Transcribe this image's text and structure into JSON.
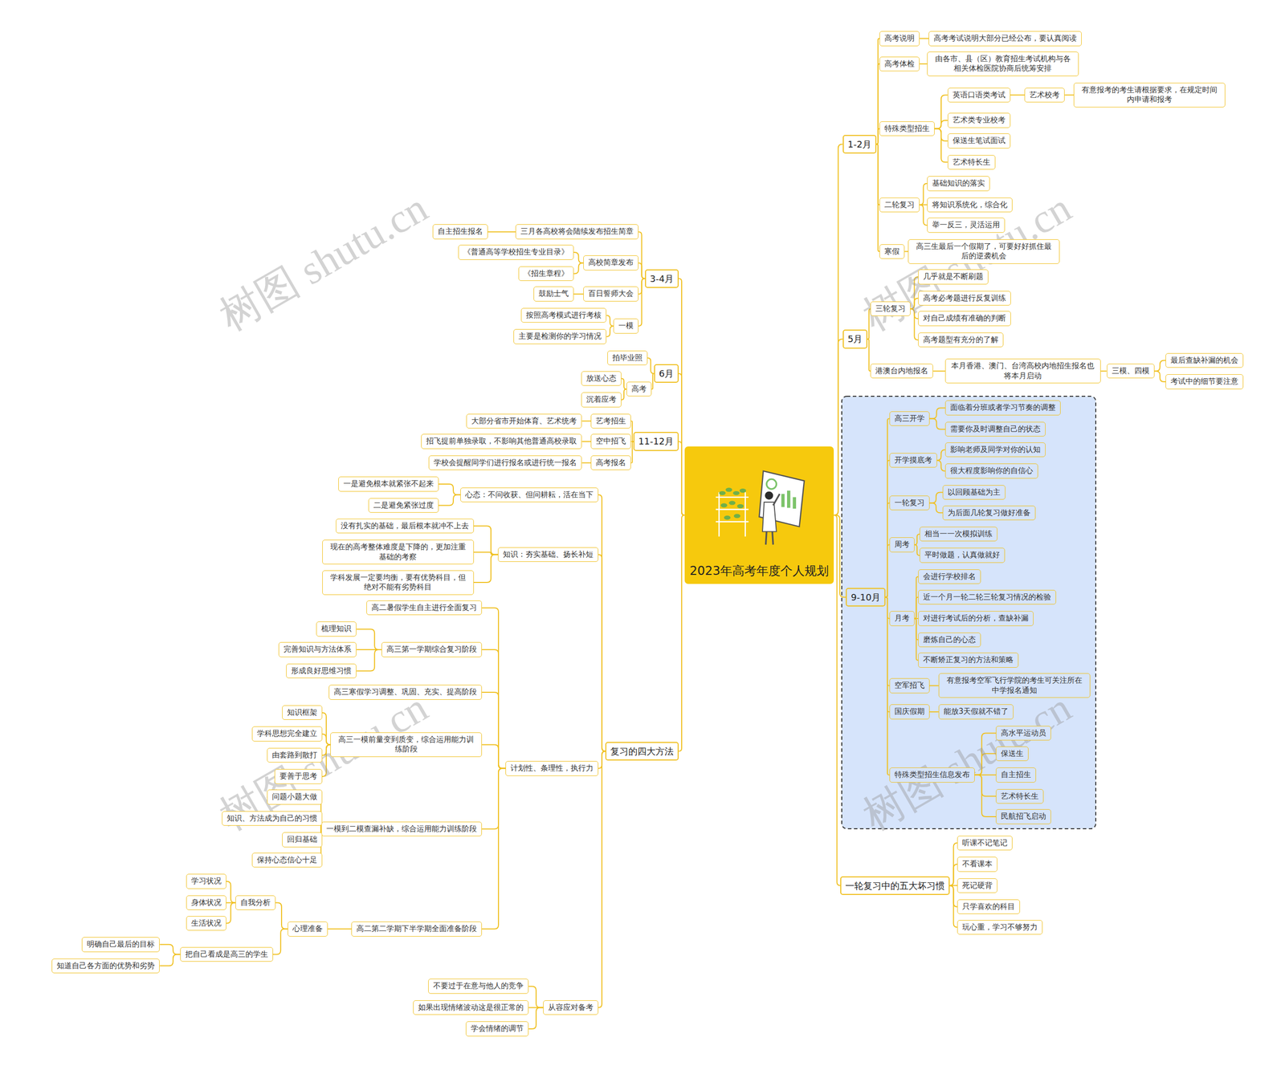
{
  "diagram": {
    "nodes": [
      {
        "text": [
          "2023年高考年度个人规划"
        ]
      },
      {
        "text": [
          "1-2月"
        ]
      },
      {
        "text": [
          "高考说明"
        ]
      },
      {
        "text": [
          "高考考试说明大部分已经公布，要认真阅读"
        ]
      },
      {
        "text": [
          "高考体检"
        ]
      },
      {
        "text": [
          "由各市、县（区）教育招生考试机构与各相关体检医院协商后统筹安排"
        ]
      },
      {
        "text": [
          "特殊类型招生"
        ]
      },
      {
        "text": [
          "英语口语类考试"
        ]
      },
      {
        "text": [
          "艺术校考"
        ]
      },
      {
        "text": [
          "有意报考的考生请根据要求，在规定时间内申请和报考"
        ]
      },
      {
        "text": [
          "艺术类专业校考"
        ]
      },
      {
        "text": [
          "保送生笔试面试"
        ]
      },
      {
        "text": [
          "艺术特长生"
        ]
      },
      {
        "text": [
          "二轮复习"
        ]
      },
      {
        "text": [
          "基础知识的落实"
        ]
      },
      {
        "text": [
          "将知识系统化，综合化"
        ]
      },
      {
        "text": [
          "举一反三，灵活运用"
        ]
      },
      {
        "text": [
          "寒假"
        ]
      },
      {
        "text": [
          "高三生最后一个假期了，可要好好抓住最后的逆袭机会"
        ]
      },
      {
        "text": [
          "5月"
        ]
      },
      {
        "text": [
          "三轮复习"
        ]
      },
      {
        "text": [
          "几乎就是不断刷题"
        ]
      },
      {
        "text": [
          "高考必考题进行反复训练"
        ]
      },
      {
        "text": [
          "对自己成绩有准确的判断"
        ]
      },
      {
        "text": [
          "高考题型有充分的了解"
        ]
      },
      {
        "text": [
          "港澳台内地报名"
        ]
      },
      {
        "text": [
          "本月香港、澳门、台湾高校内地招生报名也将本月启动"
        ]
      },
      {
        "text": [
          "三模、四模"
        ]
      },
      {
        "text": [
          "最后查缺补漏的机会"
        ]
      },
      {
        "text": [
          "考试中的细节要注意"
        ]
      },
      {
        "text": [
          "9-10月"
        ]
      },
      {
        "text": [
          "高三开学"
        ]
      },
      {
        "text": [
          "面临着分班或者学习节奏的调整"
        ]
      },
      {
        "text": [
          "需要你及时调整自己的状态"
        ]
      },
      {
        "text": [
          "开学摸底考"
        ]
      },
      {
        "text": [
          "影响老师及同学对你的认知"
        ]
      },
      {
        "text": [
          "很大程度影响你的自信心"
        ]
      },
      {
        "text": [
          "一轮复习"
        ]
      },
      {
        "text": [
          "以回顾基础为主"
        ]
      },
      {
        "text": [
          "为后面几轮复习做好准备"
        ]
      },
      {
        "text": [
          "周考"
        ]
      },
      {
        "text": [
          "相当一一次模拟训练"
        ]
      },
      {
        "text": [
          "平时做题，认真做就好"
        ]
      },
      {
        "text": [
          "月考"
        ]
      },
      {
        "text": [
          "会进行学校排名"
        ]
      },
      {
        "text": [
          "近一个月一轮二轮三轮复习情况的检验"
        ]
      },
      {
        "text": [
          "对进行考试后的分析，查缺补漏"
        ]
      },
      {
        "text": [
          "磨炼自己的心态"
        ]
      },
      {
        "text": [
          "不断矫正复习的方法和策略"
        ]
      },
      {
        "text": [
          "空军招飞"
        ]
      },
      {
        "text": [
          "有意报考空军飞行学院的考生可关注所在中学报名通知"
        ]
      },
      {
        "text": [
          "国庆假期"
        ]
      },
      {
        "text": [
          "能放3天假就不错了"
        ]
      },
      {
        "text": [
          "特殊类型招生信息发布"
        ]
      },
      {
        "text": [
          "高水平运动员"
        ]
      },
      {
        "text": [
          "保送生"
        ]
      },
      {
        "text": [
          "自主招生"
        ]
      },
      {
        "text": [
          "艺术特长生"
        ]
      },
      {
        "text": [
          "民航招飞启动"
        ]
      },
      {
        "text": [
          "一轮复习中的五大坏习惯"
        ]
      },
      {
        "text": [
          "听课不记笔记"
        ]
      },
      {
        "text": [
          "不看课本"
        ]
      },
      {
        "text": [
          "死记硬背"
        ]
      },
      {
        "text": [
          "只学喜欢的科目"
        ]
      },
      {
        "text": [
          "玩心重，学习不够努力"
        ]
      },
      {
        "text": [
          "3-4月"
        ]
      },
      {
        "text": [
          "三月各高校将会陆续发布招生简章"
        ]
      },
      {
        "text": [
          "自主招生报名"
        ]
      },
      {
        "text": [
          "高校简章发布"
        ]
      },
      {
        "text": [
          "《普通高等学校招生专业目录》"
        ]
      },
      {
        "text": [
          "《招生章程》"
        ]
      },
      {
        "text": [
          "百日誓师大会"
        ]
      },
      {
        "text": [
          "鼓励士气"
        ]
      },
      {
        "text": [
          "一模"
        ]
      },
      {
        "text": [
          "按照高考模式进行考核"
        ]
      },
      {
        "text": [
          "主要是检测你的学习情况"
        ]
      },
      {
        "text": [
          "6月"
        ]
      },
      {
        "text": [
          "拍毕业照"
        ]
      },
      {
        "text": [
          "高考"
        ]
      },
      {
        "text": [
          "放送心态"
        ]
      },
      {
        "text": [
          "沉着应考"
        ]
      },
      {
        "text": [
          "11-12月"
        ]
      },
      {
        "text": [
          "艺考招生"
        ]
      },
      {
        "text": [
          "大部分省市开始体育、艺术统考"
        ]
      },
      {
        "text": [
          "空中招飞"
        ]
      },
      {
        "text": [
          "招飞提前单独录取，不影响其他普通高校录取"
        ]
      },
      {
        "text": [
          "高考报名"
        ]
      },
      {
        "text": [
          "学校会提醒同学们进行报名或进行统一报名"
        ]
      },
      {
        "text": [
          "复习的四大方法"
        ]
      },
      {
        "text": [
          "心态：不问收获、但问耕耘，活在当下"
        ]
      },
      {
        "text": [
          "一是避免根本就紧张不起来"
        ]
      },
      {
        "text": [
          "二是避免紧张过度"
        ]
      },
      {
        "text": [
          "知识：夯实基础、扬长补短"
        ]
      },
      {
        "text": [
          "没有扎实的基础，最后根本就冲不上去"
        ]
      },
      {
        "text": [
          "现在的高考整体难度是下降的，更加注重基础的考察"
        ]
      },
      {
        "text": [
          "学科发展一定要均衡，要有优势科目，但绝对不能有劣势科目"
        ]
      },
      {
        "text": [
          "计划性、条理性，执行力"
        ]
      },
      {
        "text": [
          "高二暑假学生自主进行全面复习"
        ]
      },
      {
        "text": [
          "高三第一学期综合复习阶段"
        ]
      },
      {
        "text": [
          "梳理知识"
        ]
      },
      {
        "text": [
          "完善知识与方法体系"
        ]
      },
      {
        "text": [
          "形成良好思维习惯"
        ]
      },
      {
        "text": [
          "高三寒假学习调整、巩固、充实、提高阶段"
        ]
      },
      {
        "text": [
          "高三一模前量变到质变，综合运用能力训练阶段"
        ]
      },
      {
        "text": [
          "知识框架"
        ]
      },
      {
        "text": [
          "学科思想完全建立"
        ]
      },
      {
        "text": [
          "由套路到散打"
        ]
      },
      {
        "text": [
          "要善于思考"
        ]
      },
      {
        "text": [
          "一模到二模查漏补缺，综合运用能力训练阶段"
        ]
      },
      {
        "text": [
          "问题小题大做"
        ]
      },
      {
        "text": [
          "知识、方法成为自己的习惯"
        ]
      },
      {
        "text": [
          "回归基础"
        ]
      },
      {
        "text": [
          "保持心态信心十足"
        ]
      },
      {
        "text": [
          "高二第二学期下半学期全面准备阶段"
        ]
      },
      {
        "text": [
          "心理准备"
        ]
      },
      {
        "text": [
          "自我分析"
        ]
      },
      {
        "text": [
          "学习状况"
        ]
      },
      {
        "text": [
          "身体状况"
        ]
      },
      {
        "text": [
          "生活状况"
        ]
      },
      {
        "text": [
          "把自己看成是高三的学生"
        ]
      },
      {
        "text": [
          "明确自己最后的目标"
        ]
      },
      {
        "text": [
          "知道自己各方面的优势和劣势"
        ]
      },
      {
        "text": [
          "从容应对备考"
        ]
      },
      {
        "text": [
          "不要过于在意与他人的竞争"
        ]
      },
      {
        "text": [
          "如果出现情绪波动这是很正常的"
        ]
      },
      {
        "text": [
          "学会情绪的调节"
        ]
      }
    ],
    "edges": [
      {
        "from": 0,
        "to": 1,
        "arrow": "none"
      },
      {
        "from": 1,
        "to": 2,
        "arrow": "none"
      },
      {
        "from": 2,
        "to": 3,
        "arrow": "none"
      },
      {
        "from": 1,
        "to": 4,
        "arrow": "none"
      },
      {
        "from": 4,
        "to": 5,
        "arrow": "none"
      },
      {
        "from": 1,
        "to": 6,
        "arrow": "none"
      },
      {
        "from": 6,
        "to": 7,
        "arrow": "none"
      },
      {
        "from": 7,
        "to": 8,
        "arrow": "none"
      },
      {
        "from": 8,
        "to": 9,
        "arrow": "none"
      },
      {
        "from": 6,
        "to": 10,
        "arrow": "none"
      },
      {
        "from": 6,
        "to": 11,
        "arrow": "none"
      },
      {
        "from": 6,
        "to": 12,
        "arrow": "none"
      },
      {
        "from": 1,
        "to": 13,
        "arrow": "none"
      },
      {
        "from": 13,
        "to": 14,
        "arrow": "none"
      },
      {
        "from": 13,
        "to": 15,
        "arrow": "none"
      },
      {
        "from": 13,
        "to": 16,
        "arrow": "none"
      },
      {
        "from": 1,
        "to": 17,
        "arrow": "none"
      },
      {
        "from": 17,
        "to": 18,
        "arrow": "none"
      },
      {
        "from": 0,
        "to": 19,
        "arrow": "none"
      },
      {
        "from": 19,
        "to": 20,
        "arrow": "none"
      },
      {
        "from": 20,
        "to": 21,
        "arrow": "none"
      },
      {
        "from": 20,
        "to": 22,
        "arrow": "none"
      },
      {
        "from": 20,
        "to": 23,
        "arrow": "none"
      },
      {
        "from": 20,
        "to": 24,
        "arrow": "none"
      },
      {
        "from": 19,
        "to": 25,
        "arrow": "none"
      },
      {
        "from": 25,
        "to": 26,
        "arrow": "none"
      },
      {
        "from": 26,
        "to": 27,
        "arrow": "none"
      },
      {
        "from": 27,
        "to": 28,
        "arrow": "none"
      },
      {
        "from": 27,
        "to": 29,
        "arrow": "none"
      },
      {
        "from": 0,
        "to": 30,
        "arrow": "none"
      },
      {
        "from": 30,
        "to": 31,
        "arrow": "none"
      },
      {
        "from": 31,
        "to": 32,
        "arrow": "none"
      },
      {
        "from": 31,
        "to": 33,
        "arrow": "none"
      },
      {
        "from": 30,
        "to": 34,
        "arrow": "none"
      },
      {
        "from": 34,
        "to": 35,
        "arrow": "none"
      },
      {
        "from": 34,
        "to": 36,
        "arrow": "none"
      },
      {
        "from": 30,
        "to": 37,
        "arrow": "none"
      },
      {
        "from": 37,
        "to": 38,
        "arrow": "none"
      },
      {
        "from": 37,
        "to": 39,
        "arrow": "none"
      },
      {
        "from": 30,
        "to": 40,
        "arrow": "none"
      },
      {
        "from": 40,
        "to": 41,
        "arrow": "none"
      },
      {
        "from": 40,
        "to": 42,
        "arrow": "none"
      },
      {
        "from": 30,
        "to": 43,
        "arrow": "none"
      },
      {
        "from": 43,
        "to": 44,
        "arrow": "none"
      },
      {
        "from": 43,
        "to": 45,
        "arrow": "none"
      },
      {
        "from": 43,
        "to": 46,
        "arrow": "none"
      },
      {
        "from": 43,
        "to": 47,
        "arrow": "none"
      },
      {
        "from": 43,
        "to": 48,
        "arrow": "none"
      },
      {
        "from": 30,
        "to": 49,
        "arrow": "none"
      },
      {
        "from": 49,
        "to": 50,
        "arrow": "none"
      },
      {
        "from": 30,
        "to": 51,
        "arrow": "none"
      },
      {
        "from": 51,
        "to": 52,
        "arrow": "none"
      },
      {
        "from": 30,
        "to": 53,
        "arrow": "none"
      },
      {
        "from": 53,
        "to": 54,
        "arrow": "none"
      },
      {
        "from": 53,
        "to": 55,
        "arrow": "none"
      },
      {
        "from": 53,
        "to": 56,
        "arrow": "none"
      },
      {
        "from": 53,
        "to": 57,
        "arrow": "none"
      },
      {
        "from": 53,
        "to": 58,
        "arrow": "none"
      },
      {
        "from": 0,
        "to": 59,
        "arrow": "none"
      },
      {
        "from": 59,
        "to": 60,
        "arrow": "none"
      },
      {
        "from": 59,
        "to": 61,
        "arrow": "none"
      },
      {
        "from": 59,
        "to": 62,
        "arrow": "none"
      },
      {
        "from": 59,
        "to": 63,
        "arrow": "none"
      },
      {
        "from": 59,
        "to": 64,
        "arrow": "none"
      },
      {
        "from": 0,
        "to": 65,
        "arrow": "none"
      },
      {
        "from": 65,
        "to": 66,
        "arrow": "none"
      },
      {
        "from": 66,
        "to": 67,
        "arrow": "none"
      },
      {
        "from": 65,
        "to": 68,
        "arrow": "none"
      },
      {
        "from": 68,
        "to": 69,
        "arrow": "none"
      },
      {
        "from": 68,
        "to": 70,
        "arrow": "none"
      },
      {
        "from": 65,
        "to": 71,
        "arrow": "none"
      },
      {
        "from": 71,
        "to": 72,
        "arrow": "none"
      },
      {
        "from": 65,
        "to": 73,
        "arrow": "none"
      },
      {
        "from": 73,
        "to": 74,
        "arrow": "none"
      },
      {
        "from": 73,
        "to": 75,
        "arrow": "none"
      },
      {
        "from": 0,
        "to": 76,
        "arrow": "none"
      },
      {
        "from": 76,
        "to": 77,
        "arrow": "none"
      },
      {
        "from": 76,
        "to": 78,
        "arrow": "none"
      },
      {
        "from": 78,
        "to": 79,
        "arrow": "none"
      },
      {
        "from": 78,
        "to": 80,
        "arrow": "none"
      },
      {
        "from": 0,
        "to": 81,
        "arrow": "none"
      },
      {
        "from": 81,
        "to": 82,
        "arrow": "none"
      },
      {
        "from": 82,
        "to": 83,
        "arrow": "none"
      },
      {
        "from": 81,
        "to": 84,
        "arrow": "none"
      },
      {
        "from": 84,
        "to": 85,
        "arrow": "none"
      },
      {
        "from": 81,
        "to": 86,
        "arrow": "none"
      },
      {
        "from": 86,
        "to": 87,
        "arrow": "none"
      },
      {
        "from": 0,
        "to": 88,
        "arrow": "none"
      },
      {
        "from": 88,
        "to": 89,
        "arrow": "none"
      },
      {
        "from": 89,
        "to": 90,
        "arrow": "none"
      },
      {
        "from": 89,
        "to": 91,
        "arrow": "none"
      },
      {
        "from": 88,
        "to": 92,
        "arrow": "none"
      },
      {
        "from": 92,
        "to": 93,
        "arrow": "none"
      },
      {
        "from": 92,
        "to": 94,
        "arrow": "none"
      },
      {
        "from": 92,
        "to": 95,
        "arrow": "none"
      },
      {
        "from": 88,
        "to": 96,
        "arrow": "none"
      },
      {
        "from": 96,
        "to": 97,
        "arrow": "none"
      },
      {
        "from": 96,
        "to": 98,
        "arrow": "none"
      },
      {
        "from": 98,
        "to": 99,
        "arrow": "none"
      },
      {
        "from": 98,
        "to": 100,
        "arrow": "none"
      },
      {
        "from": 98,
        "to": 101,
        "arrow": "none"
      },
      {
        "from": 96,
        "to": 102,
        "arrow": "none"
      },
      {
        "from": 96,
        "to": 103,
        "arrow": "none"
      },
      {
        "from": 103,
        "to": 104,
        "arrow": "none"
      },
      {
        "from": 103,
        "to": 105,
        "arrow": "none"
      },
      {
        "from": 103,
        "to": 106,
        "arrow": "none"
      },
      {
        "from": 103,
        "to": 107,
        "arrow": "none"
      },
      {
        "from": 96,
        "to": 108,
        "arrow": "none"
      },
      {
        "from": 108,
        "to": 109,
        "arrow": "none"
      },
      {
        "from": 108,
        "to": 110,
        "arrow": "none"
      },
      {
        "from": 108,
        "to": 111,
        "arrow": "none"
      },
      {
        "from": 108,
        "to": 112,
        "arrow": "none"
      },
      {
        "from": 96,
        "to": 113,
        "arrow": "none"
      },
      {
        "from": 113,
        "to": 114,
        "arrow": "none"
      },
      {
        "from": 114,
        "to": 115,
        "arrow": "none"
      },
      {
        "from": 115,
        "to": 116,
        "arrow": "none"
      },
      {
        "from": 115,
        "to": 117,
        "arrow": "none"
      },
      {
        "from": 115,
        "to": 118,
        "arrow": "none"
      },
      {
        "from": 114,
        "to": 119,
        "arrow": "none"
      },
      {
        "from": 119,
        "to": 120,
        "arrow": "none"
      },
      {
        "from": 119,
        "to": 121,
        "arrow": "none"
      },
      {
        "from": 88,
        "to": 122,
        "arrow": "none"
      },
      {
        "from": 122,
        "to": 123,
        "arrow": "none"
      },
      {
        "from": 122,
        "to": 124,
        "arrow": "none"
      },
      {
        "from": 122,
        "to": 125,
        "arrow": "none"
      }
    ],
    "labels": [
      "树图 shutu.cn",
      "树图 shutu.cn",
      "树图 shutu.cn",
      "树图 shutu.cn"
    ]
  }
}
